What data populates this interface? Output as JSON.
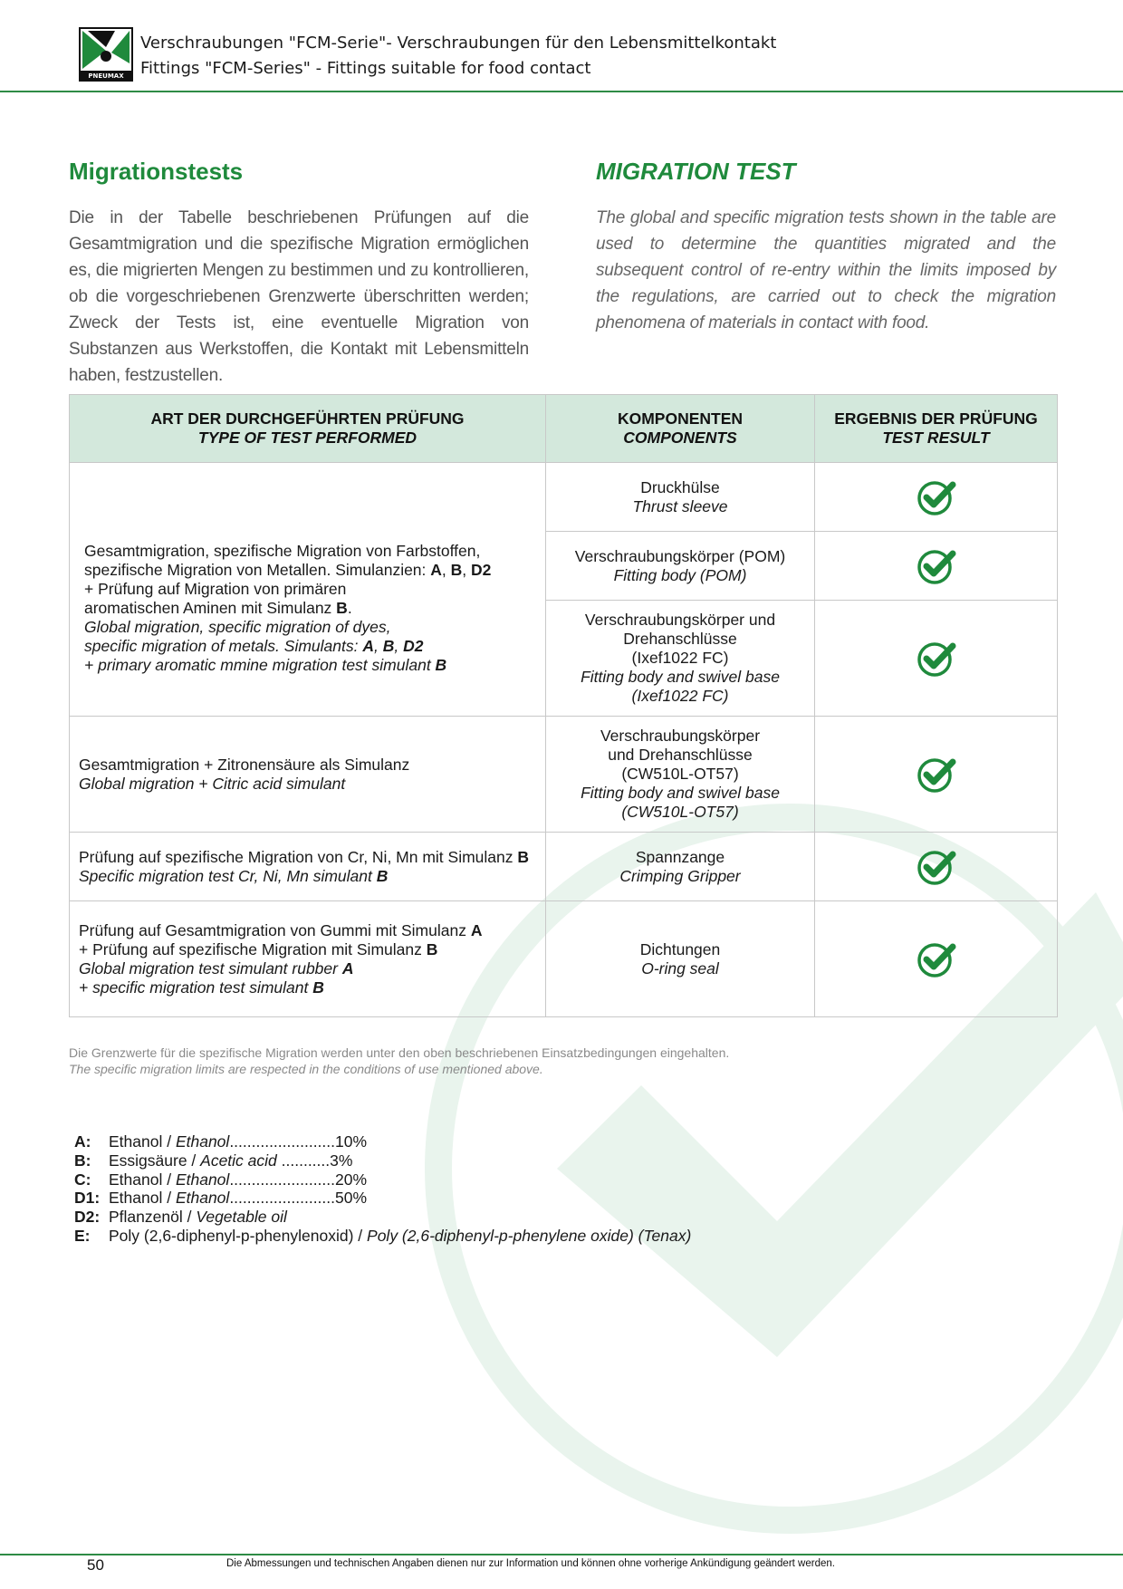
{
  "header": {
    "line1": "Verschraubungen \"FCM-Serie\"- Verschraubungen für den Lebensmittelkontakt",
    "line2": "Fittings \"FCM-Series\" - Fittings suitable for food contact",
    "logo_text": "PNEUMAX"
  },
  "intro": {
    "de_title": "Migrationstests",
    "de_text": "Die in der Tabelle beschriebenen Prüfungen auf die Gesamtmigration und die spezifische Migration ermöglichen es, die migrierten Mengen zu bestimmen und zu kontrollieren, ob die vorgeschriebenen Grenzwerte überschritten werden; Zweck der Tests ist, eine eventuelle Migration von Substanzen aus Werkstoffen, die Kontakt mit Lebensmitteln haben, festzustellen.",
    "en_title": "MIGRATION TEST",
    "en_text": "The global and specific migration tests shown in the table are used to determine the quantities migrated and the subsequent control of re-entry within the limits imposed by the regulations, are carried out to check the migration phenomena of materials in contact with food."
  },
  "table": {
    "headers": [
      {
        "de": "ART DER DURCHGEFÜHRTEN PRÜFUNG",
        "en": "TYPE OF TEST PERFORMED"
      },
      {
        "de": "KOMPONENTEN",
        "en": "COMPONENTS"
      },
      {
        "de": "ERGEBNIS DER PRÜFUNG",
        "en": "TEST RESULT"
      }
    ],
    "tests": [
      {
        "de_1": "Gesamtmigration, spezifische Migration von Farbstoffen,",
        "de_2a": "spezifische Migration von Metallen. Simulanzien: ",
        "de_2b": "A",
        "de_2c": ", ",
        "de_2d": "B",
        "de_2e": ", ",
        "de_2f": "D2",
        "de_3": "+ Prüfung auf Migration von primären",
        "de_4a": "aromatischen Aminen mit Simulanz ",
        "de_4b": "B",
        "de_4c": ".",
        "en_1": "Global migration, specific migration of dyes,",
        "en_2a": "specific migration of metals. Simulants: ",
        "en_2b": "A",
        "en_2c": ", ",
        "en_2d": "B",
        "en_2e": ", ",
        "en_2f": "D2",
        "en_3a": "+ primary aromatic mmine migration test simulant ",
        "en_3b": "B"
      },
      {
        "de": "Gesamtmigration + Zitronensäure als Simulanz",
        "en": "Global migration + Citric acid simulant"
      },
      {
        "de_a": "Prüfung auf spezifische Migration von Cr, Ni, Mn mit Simulanz ",
        "de_b": "B",
        "en_a": "Specific migration test Cr, Ni, Mn simulant ",
        "en_b": "B"
      },
      {
        "de_1a": "Prüfung auf Gesamtmigration von Gummi mit Simulanz ",
        "de_1b": "A",
        "de_2a": "+ Prüfung auf spezifische Migration mit Simulanz ",
        "de_2b": "B",
        "en_1a": "Global migration test simulant rubber ",
        "en_1b": "A",
        "en_2a": "+ specific migration test simulant ",
        "en_2b": "B"
      }
    ],
    "components": [
      {
        "de": [
          "Druckhülse"
        ],
        "en": [
          "Thrust sleeve"
        ]
      },
      {
        "de": [
          "Verschraubungskörper (POM)"
        ],
        "en": [
          "Fitting body (POM)"
        ]
      },
      {
        "de": [
          "Verschraubungskörper und",
          "Drehanschlüsse",
          "(Ixef1022 FC)"
        ],
        "en": [
          "Fitting body and swivel base",
          "(Ixef1022 FC)"
        ]
      },
      {
        "de": [
          "Verschraubungskörper",
          "und Drehanschlüsse",
          "(CW510L-OT57)"
        ],
        "en": [
          "Fitting body and swivel base",
          "(CW510L-OT57)"
        ]
      },
      {
        "de": [
          "Spannzange"
        ],
        "en": [
          "Crimping Gripper"
        ]
      },
      {
        "de": [
          "Dichtungen"
        ],
        "en": [
          "O-ring seal"
        ]
      }
    ],
    "result_icon": "check-circle-icon",
    "check_color": "#1f8a3c"
  },
  "note": {
    "de": "Die Grenzwerte für die spezifische Migration werden unter den oben beschriebenen Einsatzbedingungen eingehalten.",
    "en": "The specific migration limits are respected in the conditions of use mentioned above."
  },
  "legend": [
    {
      "key": "A:",
      "de": "Ethanol / ",
      "en": "Ethanol",
      "dots": "........................",
      "value": "10%"
    },
    {
      "key": "B:",
      "de": "Essigsäure / ",
      "en": "Acetic acid",
      "dots": " ...........",
      "value": "3%"
    },
    {
      "key": "C:",
      "de": "Ethanol / ",
      "en": "Ethanol",
      "dots": "........................",
      "value": "20%"
    },
    {
      "key": "D1:",
      "de": "Ethanol / ",
      "en": "Ethanol",
      "dots": "........................",
      "value": "50%"
    },
    {
      "key": "D2:",
      "de": "Pflanzenöl / ",
      "en": "Vegetable oil",
      "dots": "",
      "value": ""
    },
    {
      "key": "E:",
      "de": "Poly (2,6-diphenyl-p-phenylenoxid) / ",
      "en": "Poly (2,6-diphenyl-p-phenylene oxide) (Tenax)",
      "dots": "",
      "value": ""
    }
  ],
  "footer": {
    "page_number": "50",
    "disclaimer": "Die Abmessungen und technischen Angaben dienen nur zur Information und können ohne vorherige Ankündigung geändert werden."
  },
  "colors": {
    "brand_green": "#1f8a3c",
    "header_fill": "#d3e8dc",
    "watermark": "#e6f2ea"
  }
}
